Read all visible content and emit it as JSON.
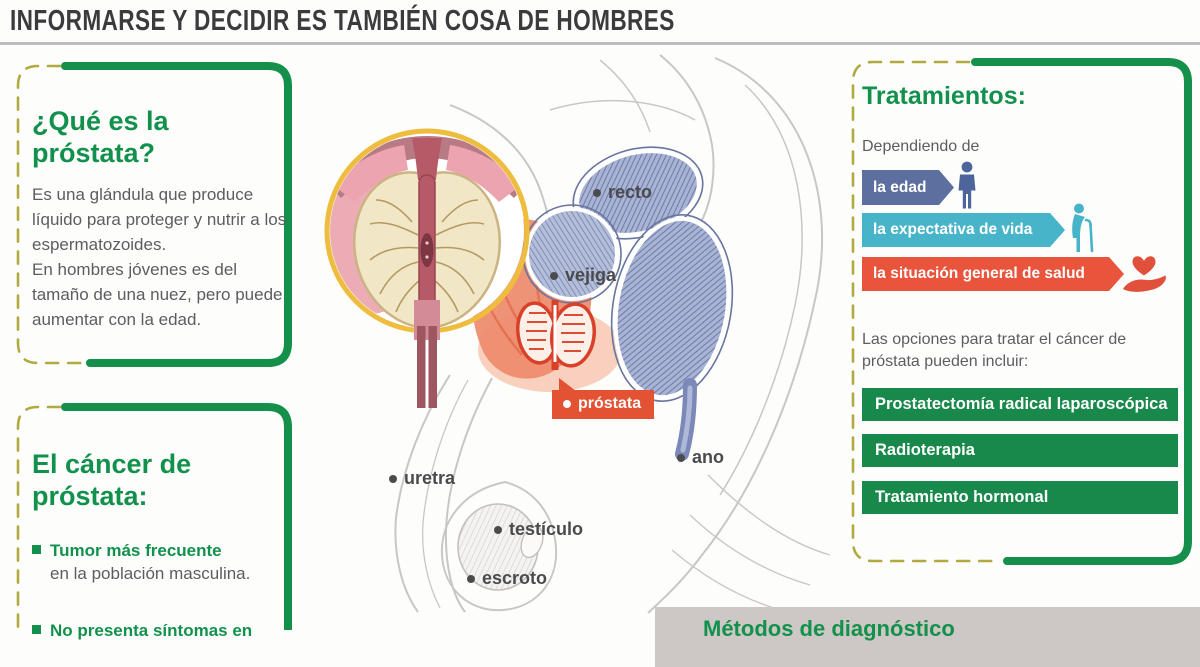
{
  "header": {
    "title": "INFORMARSE Y DECIDIR ES TAMBIÉN COSA DE HOMBRES"
  },
  "box_what_is": {
    "title": "¿Qué es la próstata?",
    "paragraph1": "Es una glándula que produce líquido para proteger y nutrir a los espermatozoides.",
    "paragraph2": "En hombres jóvenes es del tamaño de una nuez, pero puede aumentar con la edad."
  },
  "box_cancer": {
    "title": "El cáncer de próstata:",
    "bullets": [
      {
        "bold": "Tumor más frecuente",
        "rest": "en la población masculina."
      },
      {
        "bold": "No presenta síntomas en",
        "rest": ""
      }
    ]
  },
  "anatomy_labels": {
    "recto": "recto",
    "vejiga": "vejiga",
    "prostata": "próstata",
    "ano": "ano",
    "uretra": "uretra",
    "testiculo": "testículo",
    "escroto": "escroto"
  },
  "box_treatments": {
    "title": "Tratamientos:",
    "subtitle": "Dependiendo de",
    "factors": [
      {
        "label": "la edad",
        "color": "#5d6f9f",
        "icon": "person-icon"
      },
      {
        "label": "la expectativa de vida",
        "color": "#47b4c9",
        "icon": "elderly-person-icon"
      },
      {
        "label": "la situación general de salud",
        "color": "#e8543c",
        "icon": "heart-in-hand-icon"
      }
    ],
    "options_intro": "Las opciones para tratar el cáncer de próstata pueden incluir:",
    "options": [
      "Prostatectomía radical laparoscópica",
      "Radioterapia",
      "Tratamiento hormonal"
    ]
  },
  "diagnosis_bar": {
    "title": "Métodos de diagnóstico"
  },
  "colors": {
    "frame_green": "#15904a",
    "dashed_olive": "#b0aa3f",
    "title_green": "#12914d",
    "button_green": "#18894b",
    "body_gray": "#5c5d60",
    "header_dark": "#3b3b3d",
    "callout_red": "#e25233",
    "inset_ring_gold": "#eebd3e",
    "anatomy_blue": "#5f6da3",
    "salmon": "#ee8a6b",
    "diagnosis_bar_bg": "#cdc8c5"
  }
}
